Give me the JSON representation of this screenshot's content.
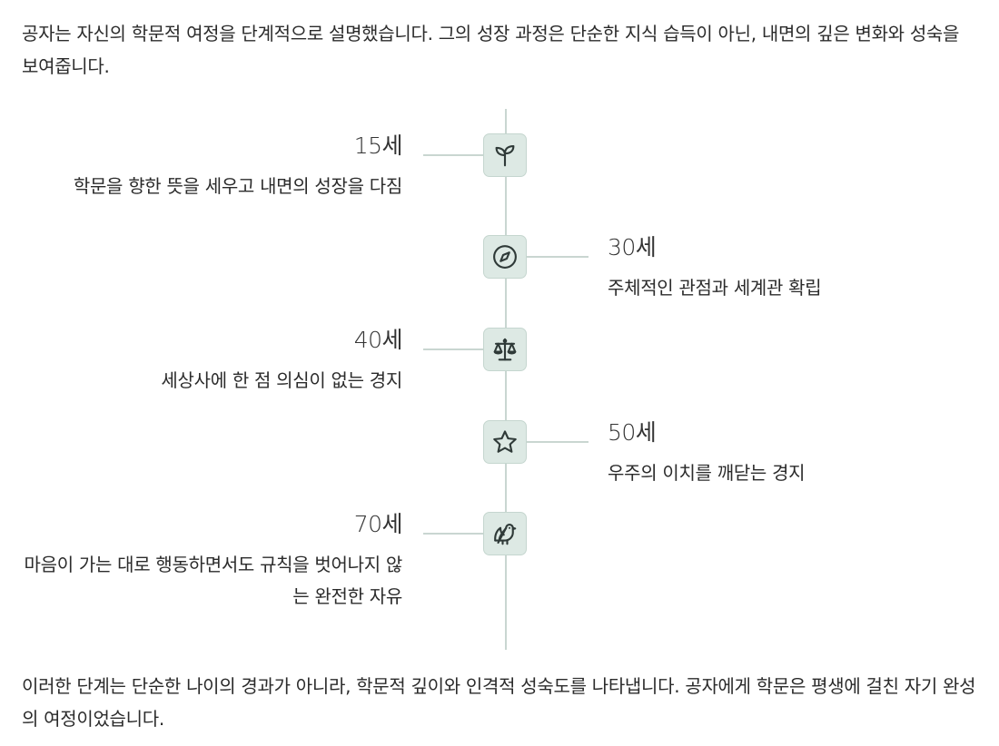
{
  "intro": "공자는 자신의 학문적 여정을 단계적으로 설명했습니다. 그의 성장 과정은 단순한 지식 습득이 아닌, 내면의 깊은 변화와 성숙을 보여줍니다.",
  "stages": [
    {
      "age": "15세",
      "description": "학문을 향한 뜻을 세우고 내면의 성장을 다짐",
      "icon": "sprout-icon"
    },
    {
      "age": "30세",
      "description": "주체적인 관점과 세계관 확립",
      "icon": "compass-icon"
    },
    {
      "age": "40세",
      "description": "세상사에 한 점 의심이 없는 경지",
      "icon": "scale-icon"
    },
    {
      "age": "50세",
      "description": "우주의 이치를 깨닫는 경지",
      "icon": "star-icon"
    },
    {
      "age": "70세",
      "description": "마음이 가는 대로 행동하면서도 규칙을 벗어나지 않는 완전한 자유",
      "icon": "dove-icon"
    }
  ],
  "outro": "이러한 단계는 단순한 나이의 경과가 아니라, 학문적 깊이와 인격적 성숙도를 나타냅니다. 공자에게 학문은 평생에 걸친 자기 완성의 여정이었습니다.",
  "colors": {
    "line": "#c9d6d1",
    "node_fill": "#dde9e4",
    "icon_stroke": "#2f3a38"
  }
}
